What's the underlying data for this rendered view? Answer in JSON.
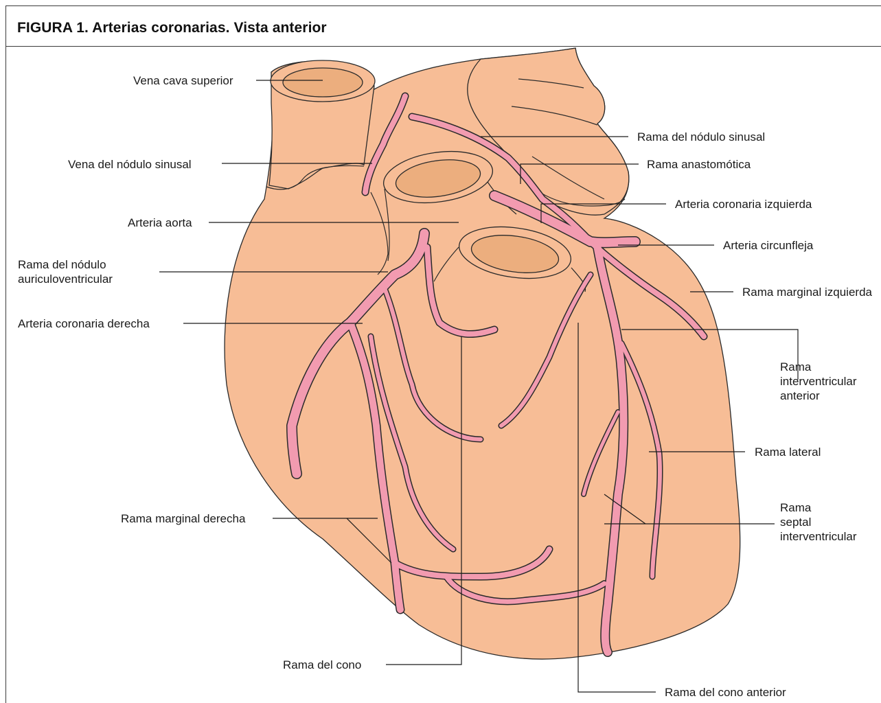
{
  "figure": {
    "title": "FIGURA 1. Arterias coronarias. Vista anterior"
  },
  "colors": {
    "heart": "#f7bd96",
    "vessel_interior": "#ecae7e",
    "artery": "#f29bb0",
    "outline": "#2a2a2a",
    "leader": "#1a1a1a"
  },
  "labels": {
    "vena_cava_superior": "Vena cava superior",
    "vena_nodulo_sinusal": "Vena del nódulo sinusal",
    "arteria_aorta": "Arteria aorta",
    "rama_nodulo_av_1": "Rama del nódulo",
    "rama_nodulo_av_2": "auriculoventricular",
    "arteria_coronaria_derecha": "Arteria coronaria derecha",
    "rama_marginal_derecha": "Rama marginal derecha",
    "rama_del_cono": "Rama del cono",
    "rama_nodulo_sinusal": "Rama del nódulo sinusal",
    "rama_anastomotica": "Rama anastomótica",
    "arteria_coronaria_izquierda": "Arteria coronaria izquierda",
    "arteria_circunfleja": "Arteria circunfleja",
    "rama_marginal_izquierda": "Rama marginal izquierda",
    "rama_interventricular_1": "Rama",
    "rama_interventricular_2": "interventricular",
    "rama_interventricular_3": "anterior",
    "rama_lateral": "Rama lateral",
    "rama_septal_1": "Rama",
    "rama_septal_2": "septal",
    "rama_septal_3": "interventricular",
    "rama_cono_anterior": "Rama del cono anterior"
  }
}
